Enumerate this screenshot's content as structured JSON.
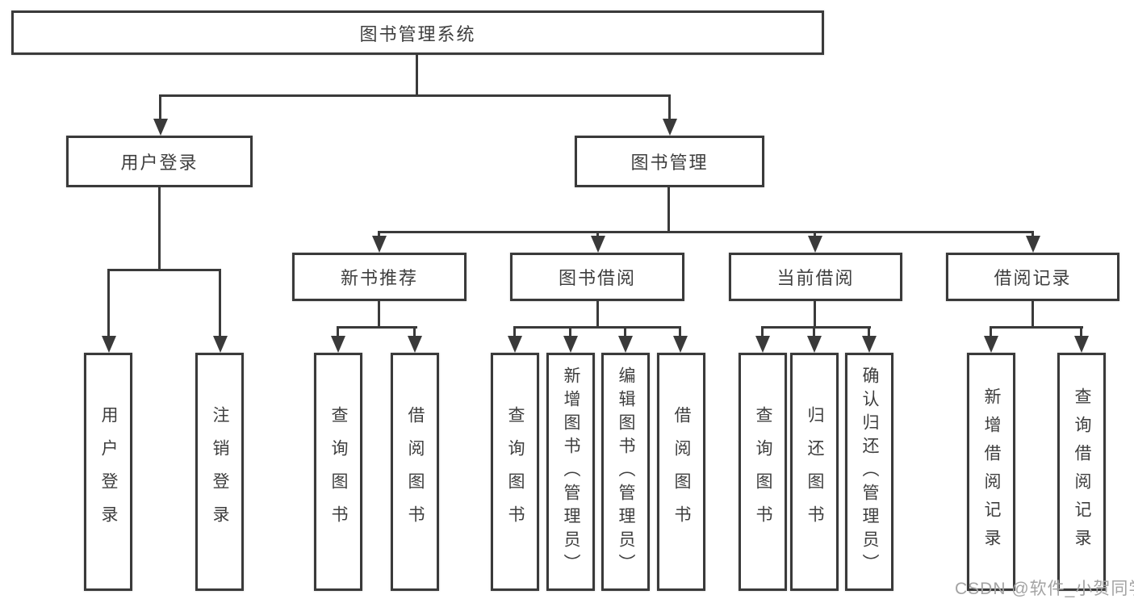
{
  "tree": {
    "root": {
      "label": "图书管理系统"
    },
    "branches": [
      {
        "label": "用户登录",
        "children": [
          {
            "label": "用户登录"
          },
          {
            "label": "注销登录"
          }
        ]
      },
      {
        "label": "图书管理",
        "children": [
          {
            "label": "新书推荐",
            "children": [
              {
                "label": "查询图书"
              },
              {
                "label": "借阅图书"
              }
            ]
          },
          {
            "label": "图书借阅",
            "children": [
              {
                "label": "查询图书"
              },
              {
                "label": "新增图书（管理员）"
              },
              {
                "label": "编辑图书（管理员）"
              },
              {
                "label": "借阅图书"
              }
            ]
          },
          {
            "label": "当前借阅",
            "children": [
              {
                "label": "查询图书"
              },
              {
                "label": "归还图书"
              },
              {
                "label": "确认归还（管理员）"
              }
            ]
          },
          {
            "label": "借阅记录",
            "children": [
              {
                "label": "新增借阅记录"
              },
              {
                "label": "查询借阅记录"
              }
            ]
          }
        ]
      }
    ]
  },
  "watermark": "CSDN @软件_小贺同学",
  "colors": {
    "line": "#3a3a3a",
    "text": "#3e3e3e",
    "watermark": "#a3a3a3",
    "background": "#ffffff"
  }
}
